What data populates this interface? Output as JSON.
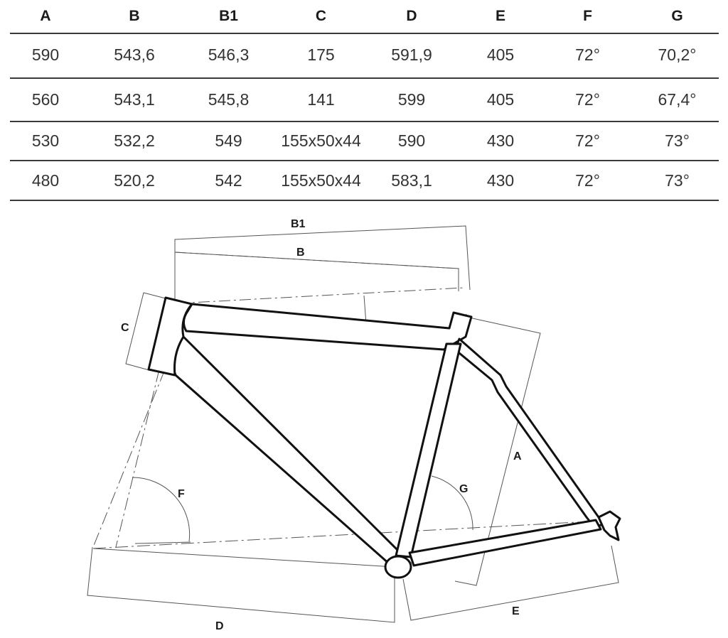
{
  "table": {
    "headers": [
      "A",
      "B",
      "B1",
      "C",
      "D",
      "E",
      "F",
      "G"
    ],
    "rows": [
      [
        "590",
        "543,6",
        "546,3",
        "175",
        "591,9",
        "405",
        "72°",
        "70,2°"
      ],
      [
        "560",
        "543,1",
        "545,8",
        "141",
        "599",
        "405",
        "72°",
        "67,4°"
      ],
      [
        "530",
        "532,2",
        "549",
        "155x50x44",
        "590",
        "430",
        "72°",
        "73°"
      ],
      [
        "480",
        "520,2",
        "542",
        "155x50x44",
        "583,1",
        "430",
        "72°",
        "73°"
      ]
    ]
  },
  "diagram": {
    "labels": {
      "A": "A",
      "B": "B",
      "B1": "B1",
      "C": "C",
      "D": "D",
      "E": "E",
      "F": "F",
      "G": "G"
    }
  }
}
